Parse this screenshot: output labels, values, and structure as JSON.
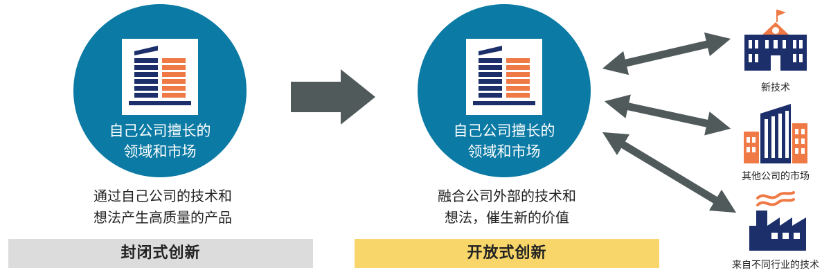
{
  "closed": {
    "circle_line1": "自己公司擅长的",
    "circle_line2": "领域和市场",
    "desc_line1": "通过自己公司的技术和",
    "desc_line2": "想法产生高质量的产品",
    "label": "封闭式创新"
  },
  "open": {
    "circle_line1": "自己公司擅长的",
    "circle_line2": "领域和市场",
    "desc_line1": "融合公司外部的技术和",
    "desc_line2": "想法，催生新的价值",
    "label": "开放式创新"
  },
  "sources": [
    {
      "label": "新技术",
      "icon": "school-building-icon"
    },
    {
      "label": "其他公司的市场",
      "icon": "office-building-icon"
    },
    {
      "label": "来自不同行业的技术",
      "icon": "factory-icon"
    }
  ],
  "colors": {
    "circle": "#0b7aa4",
    "navy": "#1c2f6b",
    "orange": "#f07a45",
    "arrow": "#505a5a",
    "closed_bar": "#dcdcdc",
    "open_bar": "#f8d66a"
  }
}
